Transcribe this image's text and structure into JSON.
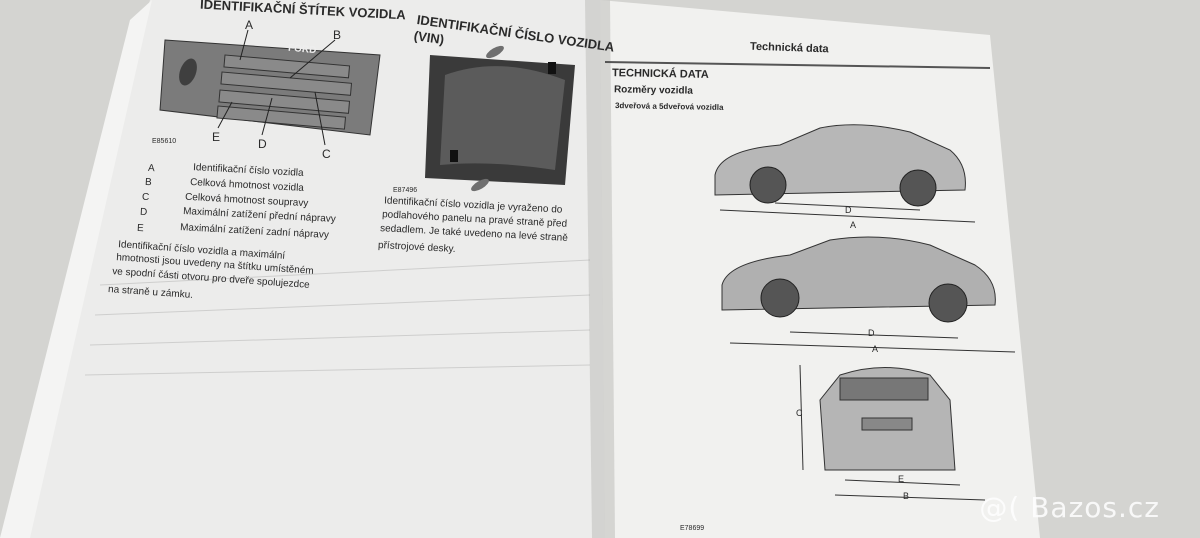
{
  "left_page": {
    "section1_title": "IDENTIFIKAČNÍ ŠTÍTEK VOZIDLA",
    "section2_title_line1": "IDENTIFIKAČNÍ ČÍSLO VOZIDLA",
    "section2_title_line2": "(VIN)",
    "plate_brand": "FORD",
    "plate_labels": [
      "A",
      "B",
      "C",
      "D",
      "E"
    ],
    "fig1_code": "E85610",
    "fig2_code": "E87496",
    "legend": [
      {
        "letter": "A",
        "text": "Identifikační číslo vozidla"
      },
      {
        "letter": "B",
        "text": "Celková hmotnost vozidla"
      },
      {
        "letter": "C",
        "text": "Celková hmotnost soupravy"
      },
      {
        "letter": "D",
        "text": "Maximální zatížení přední nápravy"
      },
      {
        "letter": "E",
        "text": "Maximální zatížení zadní nápravy"
      }
    ],
    "para1": [
      "Identifikační číslo vozidla a maximální",
      "hmotnosti jsou uvedeny na štítku umístěném",
      "ve spodní části otvoru pro dveře spolujezdce",
      "na straně u zámku."
    ],
    "para2": [
      "Identifikační číslo vozidla je vyraženo do",
      "podlahového panelu na pravé straně před",
      "sedadlem. Je také uvedeno na levé straně",
      "přístrojové desky."
    ]
  },
  "right_page": {
    "header": "Technická data",
    "title": "TECHNICKÁ DATA",
    "subtitle": "Rozměry vozidla",
    "subsubtitle": "3dveřová a 5dveřová vozidla",
    "dim_labels": {
      "a": "A",
      "b": "B",
      "c": "C",
      "d": "D",
      "e": "E"
    },
    "fig_code": "E78699"
  },
  "watermark": "@( Bazos.cz"
}
